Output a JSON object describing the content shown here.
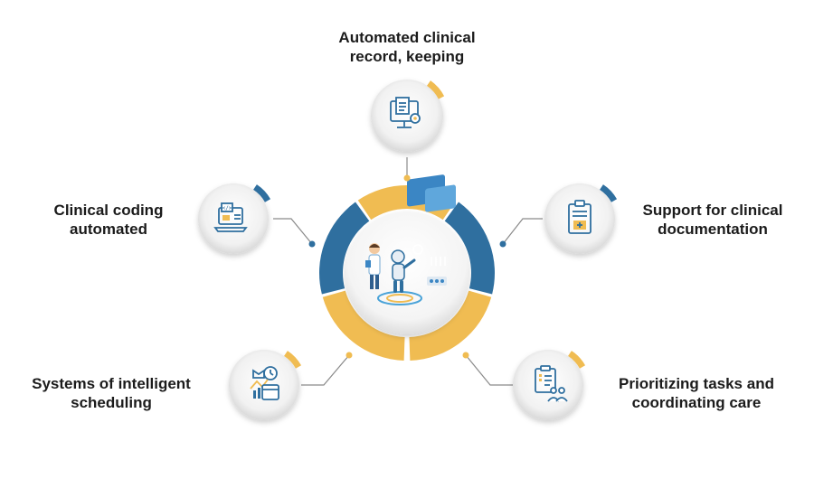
{
  "diagram": {
    "center": {
      "illustration": "ai-robot-doctor-illustration"
    },
    "colors": {
      "blue": "#2f6f9f",
      "gold": "#f0bc52",
      "line": "#8a8a8a",
      "text": "#1b1b1b"
    },
    "nodes": [
      {
        "id": "record",
        "label_lines": [
          "Automated clinical",
          "record, keeping"
        ],
        "icon": "computer-gear-document-icon",
        "accent": "gold"
      },
      {
        "id": "coding",
        "label_lines": [
          "Clinical coding",
          "automated"
        ],
        "icon": "laptop-code-icon",
        "accent": "blue"
      },
      {
        "id": "documentation",
        "label_lines": [
          "Support for clinical",
          "documentation"
        ],
        "icon": "clipboard-medical-icon",
        "accent": "blue"
      },
      {
        "id": "scheduling",
        "label_lines": [
          "Systems of intelligent",
          "scheduling"
        ],
        "icon": "calendar-clock-chart-icon",
        "accent": "gold"
      },
      {
        "id": "prioritizing",
        "label_lines": [
          "Prioritizing tasks and",
          "coordinating care"
        ],
        "icon": "checklist-team-icon",
        "accent": "gold"
      }
    ]
  }
}
